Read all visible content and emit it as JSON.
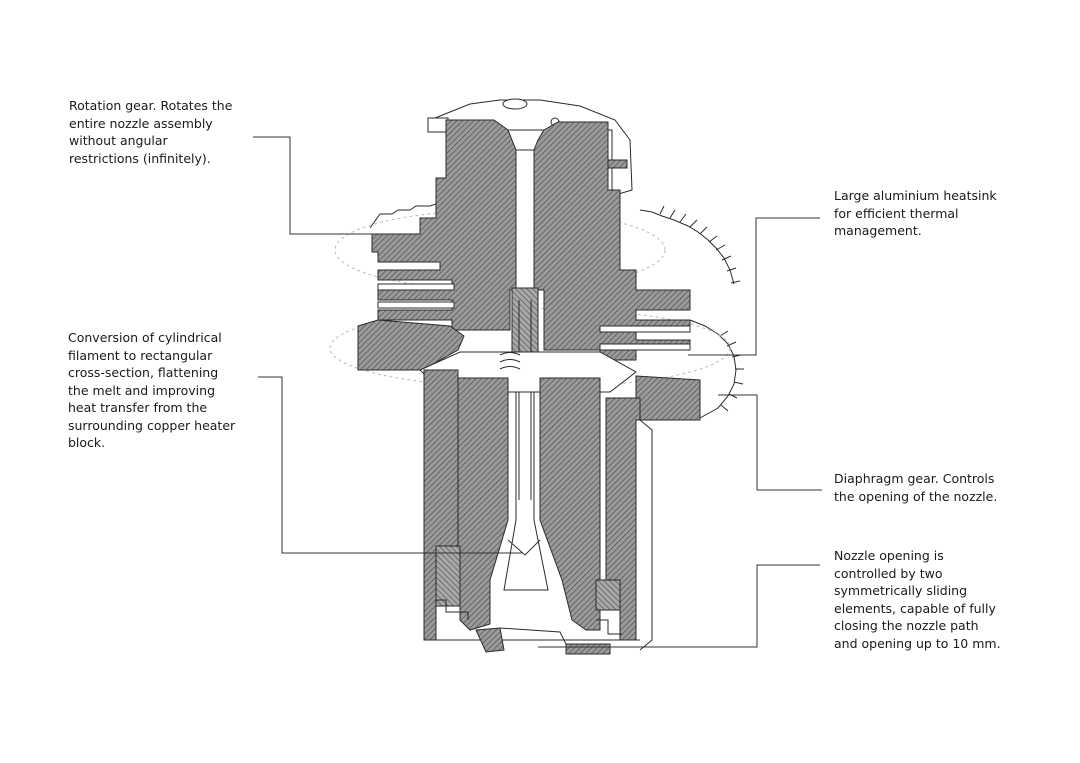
{
  "callouts": {
    "rotation_gear": "Rotation gear. Rotates the\nentire nozzle assembly\nwithout angular\nrestrictions (infinitely).",
    "heatsink": "Large aluminium heatsink\nfor efficient thermal\nmanagement.",
    "conversion": "Conversion of cylindrical\nfilament to rectangular\ncross-section, flattening\nthe melt and improving\nheat transfer from the\nsurrounding copper heater\nblock.",
    "diaphragm_gear": "Diaphragm gear. Controls\nthe opening of the nozzle.",
    "nozzle_opening": "Nozzle opening is\ncontrolled by two\nsymmetrically sliding\nelements, capable of fully\nclosing the nozzle path\nand opening up to 10 mm."
  },
  "colors": {
    "line": "#2b2b2b",
    "hatch": "#555555",
    "section_fill": "#8a8a8a",
    "leader": "#333333"
  }
}
